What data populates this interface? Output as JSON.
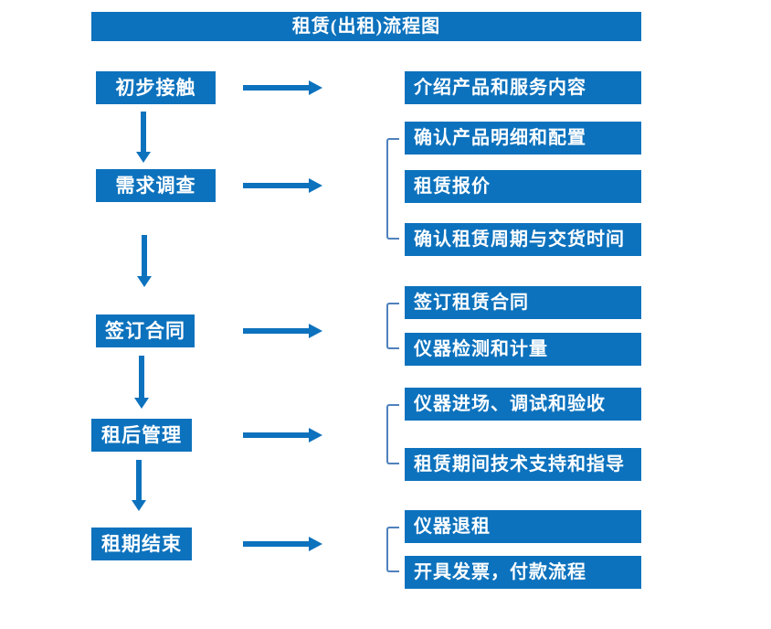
{
  "title": "租赁(出租)流程图",
  "colors": {
    "primary": "#0d72bd",
    "bracket": "#4f81bd",
    "background": "#ffffff"
  },
  "steps": [
    {
      "label": "初步接触",
      "details": [
        "介绍产品和服务内容"
      ]
    },
    {
      "label": "需求调查",
      "details": [
        "确认产品明细和配置",
        "租赁报价",
        "确认租赁周期与交货时间"
      ]
    },
    {
      "label": "签订合同",
      "details": [
        "签订租赁合同",
        "仪器检测和计量"
      ]
    },
    {
      "label": "租后管理",
      "details": [
        "仪器进场、调试和验收",
        "租赁期间技术支持和指导"
      ]
    },
    {
      "label": "租期结束",
      "details": [
        "仪器退租",
        "开具发票，付款流程"
      ]
    }
  ]
}
